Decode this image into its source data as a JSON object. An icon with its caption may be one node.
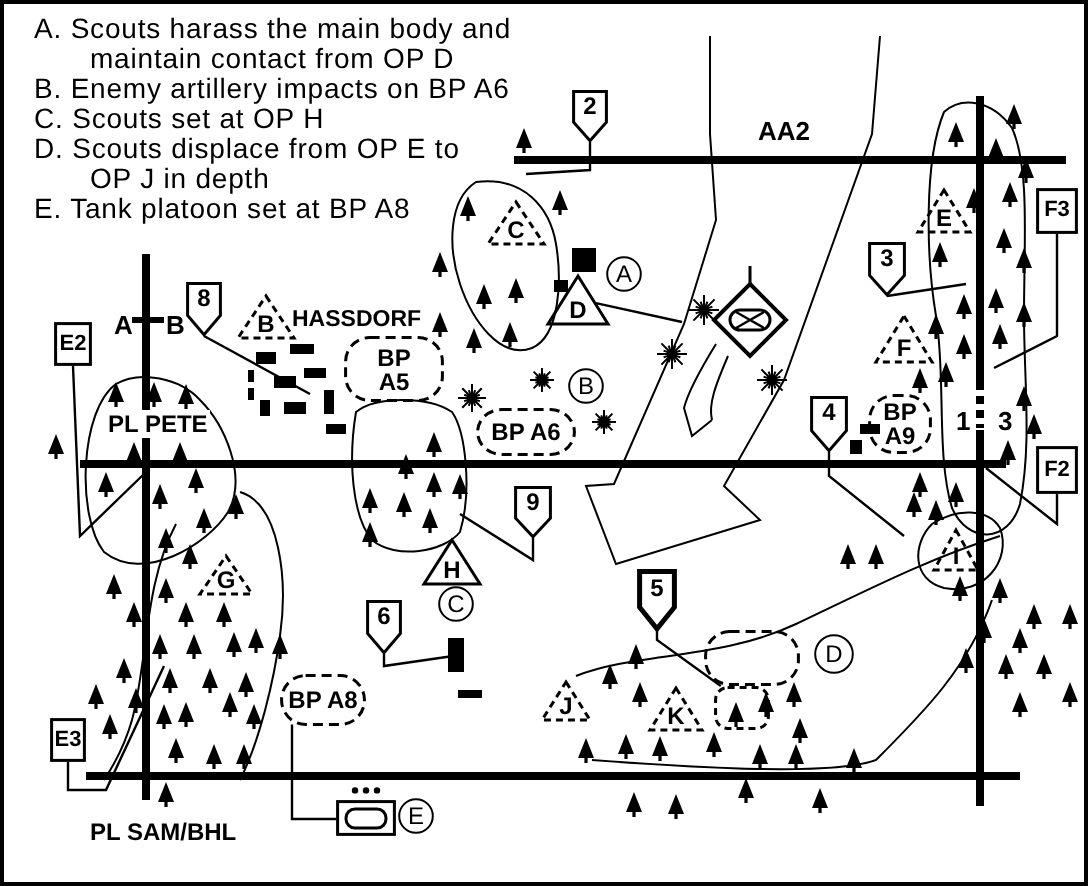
{
  "diagram": {
    "nodes": [
      {
        "text": [
          "2"
        ]
      },
      {
        "text": [
          "F3"
        ]
      },
      {
        "text": [
          "C"
        ]
      },
      {
        "text": [
          "E"
        ]
      },
      {
        "text": [
          "3"
        ]
      },
      {
        "text": [
          "A"
        ]
      },
      {
        "text": [
          "8"
        ]
      },
      {
        "text": [
          "D"
        ]
      },
      {
        "text": [
          "B"
        ]
      },
      {
        "text": [
          "E2"
        ]
      },
      {
        "text": [
          "F"
        ]
      },
      {
        "text": [
          "BP A5"
        ]
      },
      {
        "text": [
          "B"
        ]
      },
      {
        "text": [
          "BP A9"
        ]
      },
      {
        "text": [
          "4"
        ]
      },
      {
        "text": [
          "BP A6"
        ]
      },
      {
        "text": [
          "F2"
        ]
      },
      {
        "text": [
          "9"
        ]
      },
      {
        "text": [
          "I"
        ]
      },
      {
        "text": [
          "H"
        ]
      },
      {
        "text": [
          "G"
        ]
      },
      {
        "text": [
          "5"
        ]
      },
      {
        "text": [
          "C"
        ]
      },
      {
        "text": [
          "6"
        ]
      },
      {
        "text": [],
        "shape": "bar"
      },
      {
        "text": [],
        "shape": "box"
      },
      {
        "text": [
          "D"
        ]
      },
      {
        "text": [
          "BP A8"
        ]
      },
      {
        "text": [
          "J"
        ]
      },
      {
        "text": [],
        "shape": "box"
      },
      {
        "text": [
          "K"
        ]
      },
      {
        "text": [
          "E3"
        ]
      },
      {
        "text": [],
        "shape": "box"
      },
      {
        "text": [
          "E"
        ]
      }
    ],
    "edges": [
      {
        "from": 0,
        "to": null,
        "arrow": "none"
      },
      {
        "from": 1,
        "to": null,
        "arrow": "none"
      },
      {
        "from": 4,
        "to": null,
        "arrow": "none"
      },
      {
        "from": 6,
        "to": null,
        "arrow": "none"
      },
      {
        "from": 7,
        "to": null,
        "arrow": "none"
      },
      {
        "from": 9,
        "to": null,
        "arrow": "none"
      },
      {
        "from": 14,
        "to": null,
        "arrow": "none"
      },
      {
        "from": 16,
        "to": null,
        "arrow": "none"
      },
      {
        "from": 17,
        "to": null,
        "arrow": "none"
      },
      {
        "from": 21,
        "to": 29,
        "arrow": "none"
      },
      {
        "from": 23,
        "to": 24,
        "arrow": "none"
      },
      {
        "from": 27,
        "to": 32,
        "arrow": "none"
      },
      {
        "from": 31,
        "to": null,
        "arrow": "none"
      }
    ],
    "labels": [
      "A. Scouts harass the main body and maintain contact from OP D",
      "B. Enemy artillery impacts on BP A6",
      "C. Scouts set at OP H",
      "D. Scouts displace from OP E to OP J in depth",
      "E. Tank platoon set at BP A8",
      "AA2",
      "A",
      "B",
      "HASSDORF",
      "PL PETE",
      "1",
      "3",
      "PL SAM/BHL"
    ]
  }
}
